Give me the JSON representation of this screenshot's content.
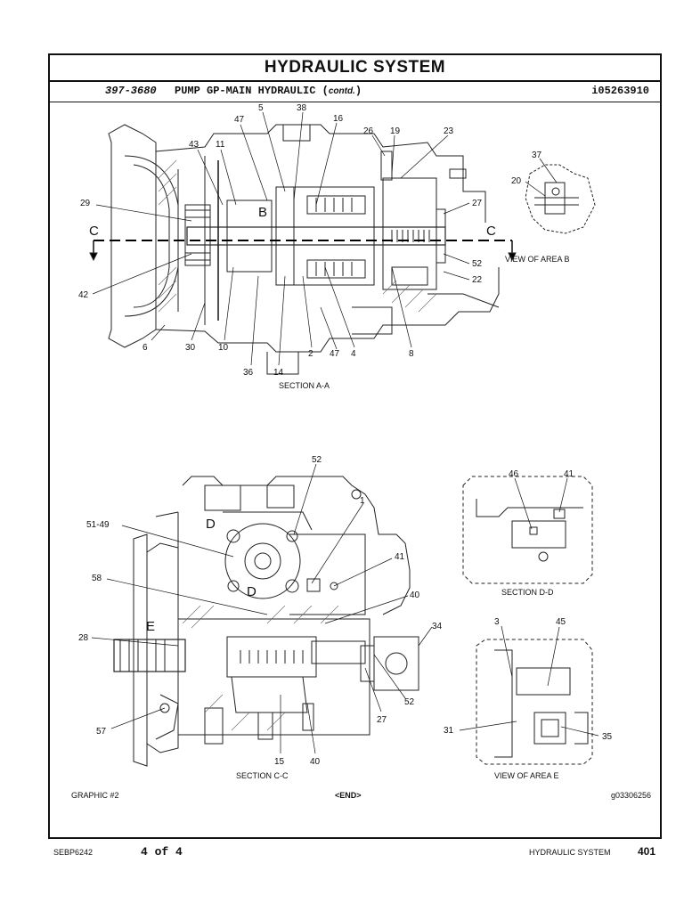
{
  "header": {
    "title": "HYDRAULIC SYSTEM",
    "part_number": "397-3680",
    "part_description": "PUMP GP-MAIN HYDRAULIC",
    "contd": "contd.",
    "illustration_id": "i05263910"
  },
  "views": {
    "section_aa": "SECTION A-A",
    "area_b": "VIEW OF AREA B",
    "section_cc": "SECTION C-C",
    "section_dd": "SECTION D-D",
    "area_e": "VIEW OF AREA E"
  },
  "markers": {
    "c_left": "C",
    "c_right": "C",
    "b": "B",
    "d_top": "D",
    "d_bottom": "D",
    "e": "E"
  },
  "callouts_top": [
    "5",
    "38",
    "16",
    "47",
    "26",
    "19",
    "23",
    "43",
    "11",
    "29",
    "27",
    "42",
    "52",
    "22",
    "6",
    "30",
    "10",
    "36",
    "14",
    "2",
    "47",
    "4",
    "8",
    "37",
    "20"
  ],
  "callouts_bottom": [
    "52",
    "1",
    "51-49",
    "41",
    "58",
    "40",
    "28",
    "34",
    "57",
    "52",
    "27",
    "15",
    "40",
    "46",
    "41",
    "3",
    "45",
    "31",
    "35"
  ],
  "footer_note": {
    "graphic": "GRAPHIC #2",
    "end": "<END>",
    "graphic_number": "g03306256"
  },
  "page_footer": {
    "doc_id": "SEBP6242",
    "page_of": "4  of  4",
    "section": "HYDRAULIC SYSTEM",
    "page_number": "401"
  }
}
